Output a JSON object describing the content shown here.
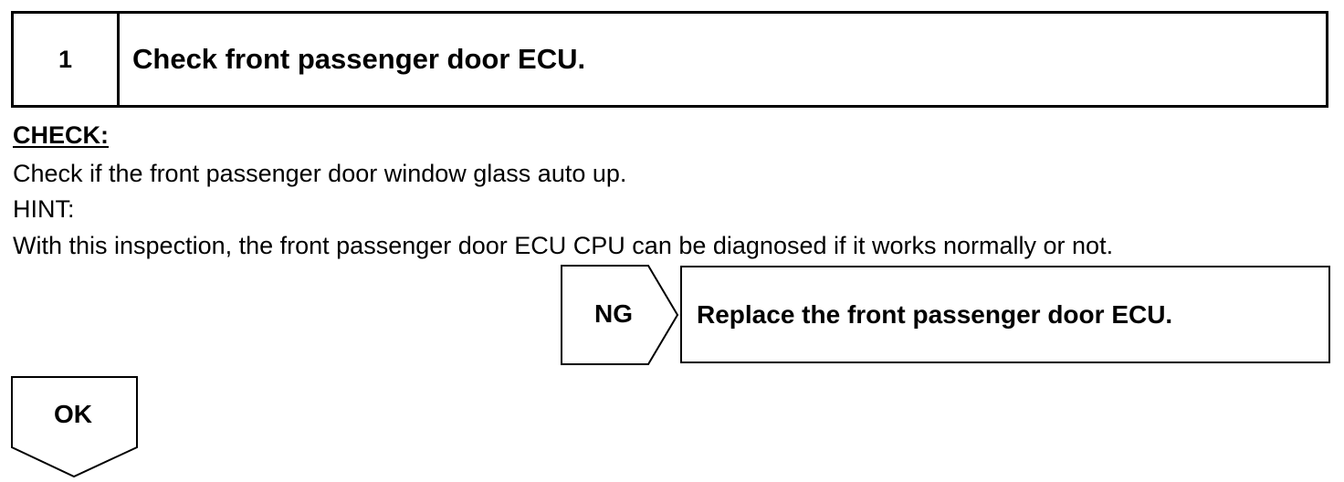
{
  "step": {
    "number": "1",
    "title": "Check front passenger door ECU."
  },
  "check": {
    "heading": "CHECK:",
    "description": "Check if the front passenger door window glass auto up.",
    "hint_label": "HINT:",
    "hint_text": "With this inspection, the front passenger door ECU CPU can be diagnosed if it works normally or not."
  },
  "ng_branch": {
    "label": "NG",
    "result": "Replace the front passenger door ECU."
  },
  "ok_branch": {
    "label": "OK"
  }
}
